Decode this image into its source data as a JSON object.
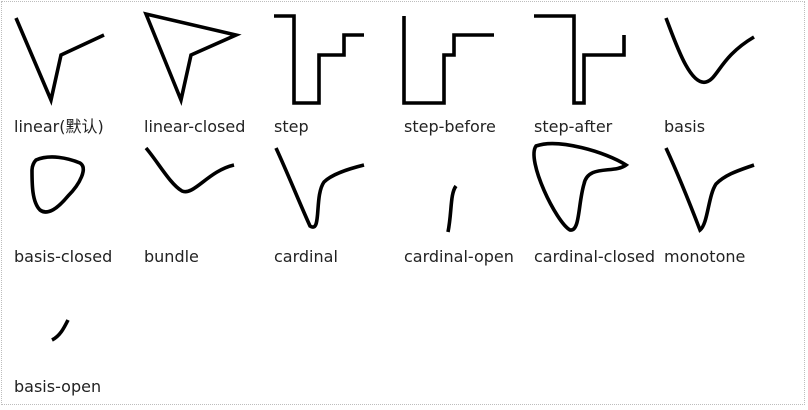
{
  "curves": [
    {
      "id": "linear",
      "label": "linear(默认)",
      "icon": "linear-curve-icon"
    },
    {
      "id": "linear-closed",
      "label": "linear-closed",
      "icon": "linear-closed-curve-icon"
    },
    {
      "id": "step",
      "label": "step",
      "icon": "step-curve-icon"
    },
    {
      "id": "step-before",
      "label": "step-before",
      "icon": "step-before-curve-icon"
    },
    {
      "id": "step-after",
      "label": "step-after",
      "icon": "step-after-curve-icon"
    },
    {
      "id": "basis",
      "label": "basis",
      "icon": "basis-curve-icon"
    },
    {
      "id": "basis-closed",
      "label": "basis-closed",
      "icon": "basis-closed-curve-icon"
    },
    {
      "id": "bundle",
      "label": "bundle",
      "icon": "bundle-curve-icon"
    },
    {
      "id": "cardinal",
      "label": "cardinal",
      "icon": "cardinal-curve-icon"
    },
    {
      "id": "cardinal-open",
      "label": "cardinal-open",
      "icon": "cardinal-open-curve-icon"
    },
    {
      "id": "cardinal-closed",
      "label": "cardinal-closed",
      "icon": "cardinal-closed-curve-icon"
    },
    {
      "id": "monotone",
      "label": "monotone",
      "icon": "monotone-curve-icon"
    },
    {
      "id": "basis-open",
      "label": "basis-open",
      "icon": "basis-open-curve-icon"
    }
  ]
}
